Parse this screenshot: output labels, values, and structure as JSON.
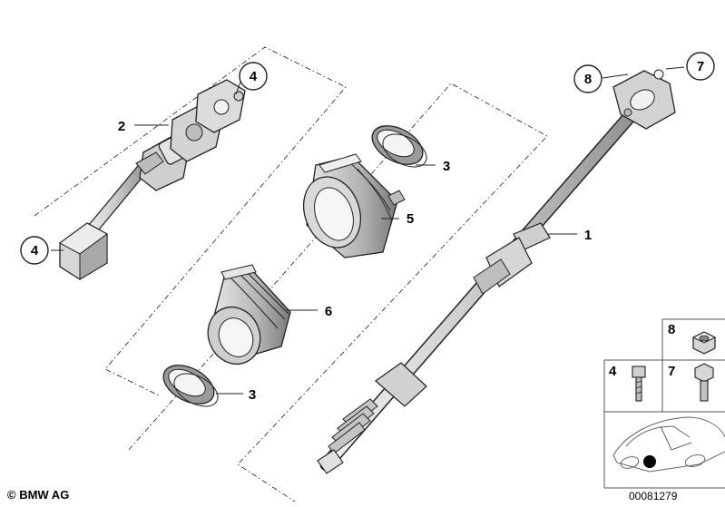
{
  "callouts": {
    "c1": "1",
    "c2": "2",
    "c3a": "3",
    "c3b": "3",
    "c4a": "4",
    "c4b": "4",
    "c5": "5",
    "c6": "6",
    "c7": "7",
    "c8": "8"
  },
  "legend": {
    "item8": "8",
    "item4": "4",
    "item7": "7"
  },
  "footer": {
    "copyright": "© BMW AG",
    "document_number": "00081279"
  }
}
